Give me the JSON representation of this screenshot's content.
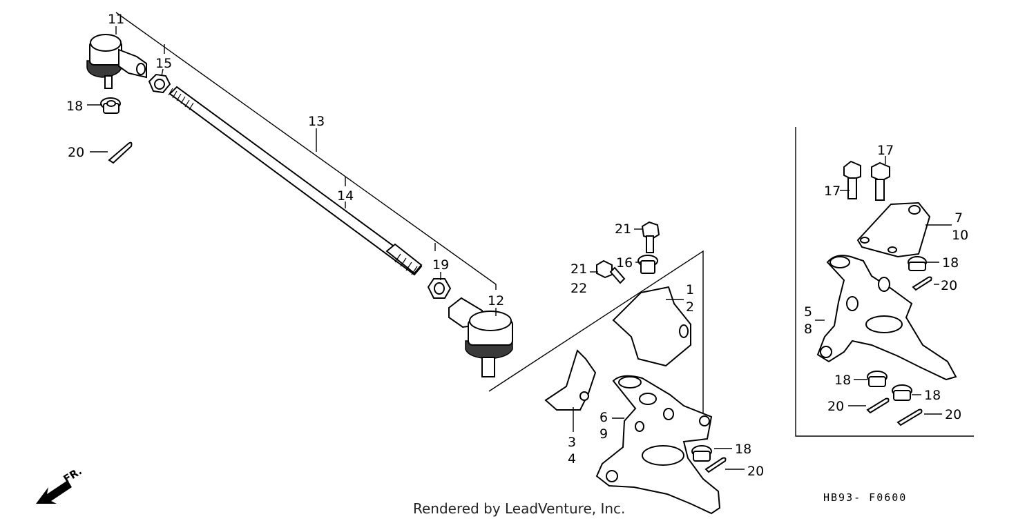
{
  "callouts": {
    "c1": "1",
    "c2": "2",
    "c3": "3",
    "c4": "4",
    "c5": "5",
    "c6": "6",
    "c7": "7",
    "c8": "8",
    "c9": "9",
    "c10": "10",
    "c11": "11",
    "c12": "12",
    "c13": "13",
    "c14": "14",
    "c15": "15",
    "c16": "16",
    "c17a": "17",
    "c17b": "17",
    "c18a": "18",
    "c18b": "18",
    "c18c": "18",
    "c18d": "18",
    "c18e": "18",
    "c19": "19",
    "c20a": "20",
    "c20b": "20",
    "c20c": "20",
    "c20d": "20",
    "c20e": "20",
    "c21a": "21",
    "c21b": "21",
    "c22": "22"
  },
  "direction_label": "FR.",
  "diagram_code": "HB93- F0600",
  "credit": "Rendered by LeadVenture, Inc."
}
